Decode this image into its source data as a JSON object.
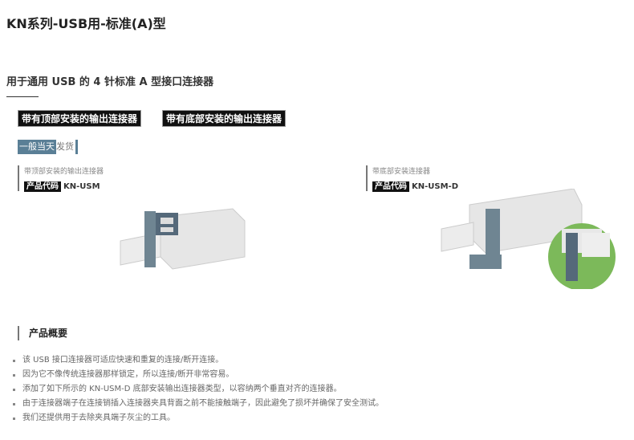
{
  "title": "KN系列-USB用-标准(A)型",
  "subtitle": "用于通用 USB 的 4 针标准 A 型接口连接器",
  "tabs": [
    "带有顶部安装的输出连接器",
    "带有底部安装的输出连接器"
  ],
  "badge": {
    "highlight": "一般当天",
    "rest": "发货"
  },
  "products": [
    {
      "caption": "带顶部安装的输出连接器",
      "code_label": "产品代码",
      "code": "KN-USM"
    },
    {
      "caption": "带底部安装连接器",
      "code_label": "产品代码",
      "code": "KN-USM-D"
    }
  ],
  "overview": {
    "heading": "产品概要",
    "bullets": [
      "该 USB 接口连接器可适应快速和重复的连接/断开连接。",
      "因为它不像传统连接器那样锁定，所以连接/断开非常容易。",
      "添加了如下所示的 KN-USM-D 底部安装输出连接器类型，以容纳两个垂直对齐的连接器。",
      "由于连接器端子在连接销插入连接器夹具背面之前不能接触端子，因此避免了损坏并确保了安全测试。",
      "我们还提供用于去除夹具端子灰尘的工具。"
    ]
  },
  "colors": {
    "accent": "#5a7f96",
    "green": "#7cb95a"
  }
}
